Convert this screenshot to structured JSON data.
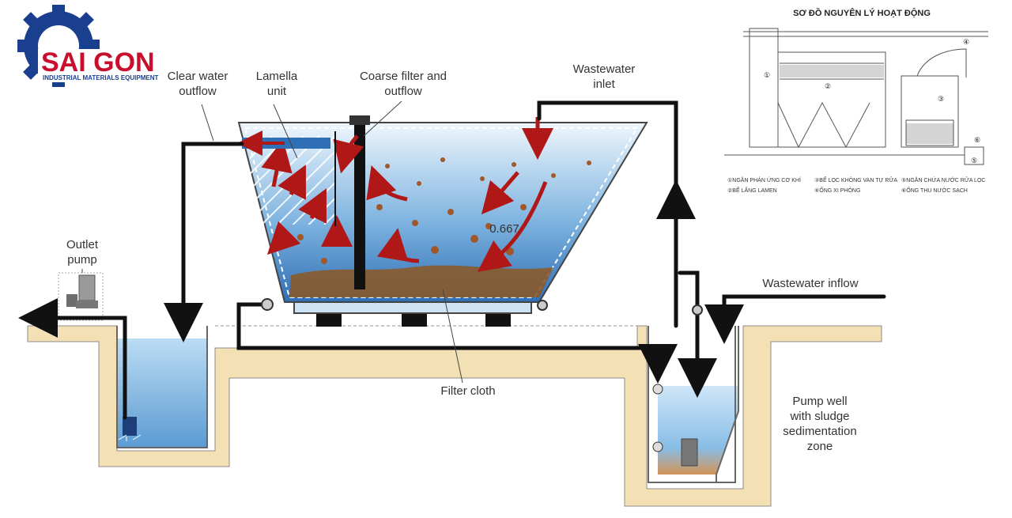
{
  "logo": {
    "main_text": "SAI GON",
    "sub_text": "INDUSTRIAL MATERIALS EQUIPMENT",
    "colors": {
      "gear": "#1a3f8f",
      "text": "#c8102e"
    }
  },
  "labels": {
    "clear_water_outflow": [
      "Clear water",
      "outflow"
    ],
    "lamella_unit": [
      "Lamella",
      "unit"
    ],
    "coarse_filter": [
      "Coarse filter and",
      "outflow"
    ],
    "wastewater_inlet": [
      "Wastewater",
      "inlet"
    ],
    "outlet_pump": [
      "Outlet",
      "pump"
    ],
    "wastewater_inflow": "Wastewater inflow",
    "filter_cloth": "Filter cloth",
    "pump_well": [
      "Pump well",
      "with sludge",
      "sedimentation",
      "zone"
    ],
    "stray_value": "0.667"
  },
  "inset": {
    "title": "SƠ ĐỒ NGUYÊN LÝ HOẠT ĐỘNG",
    "markers": [
      "①",
      "②",
      "③",
      "④",
      "⑤",
      "⑥"
    ],
    "legend": [
      "①NGĂN PHẢN ỨNG CƠ KHÍ",
      "②BỂ LẮNG LAMEN",
      "③BỂ LỌC KHÔNG VAN TỰ RỬA",
      "④ỐNG XI PHÔNG",
      "⑤NGĂN CHỨA NƯỚC RỬA LỌC",
      "⑥ỐNG THU NƯỚC SẠCH"
    ]
  },
  "colors": {
    "ground": "#f3e1b5",
    "water_light": "#d8ecfa",
    "water_dark": "#2f78c2",
    "sludge": "#8a5a2b",
    "pipe": "#111111",
    "flow_arrow": "#b01818"
  }
}
